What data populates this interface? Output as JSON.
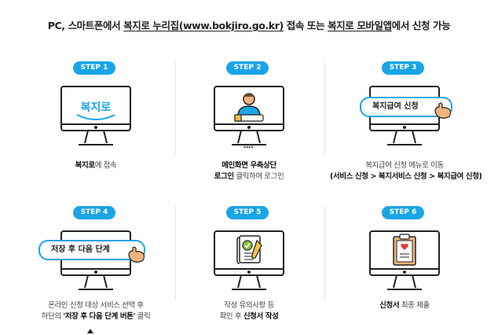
{
  "headline": {
    "part1": "PC, 스마트폰에서 ",
    "link1": "복지로 누리집(www.bokjiro.go.kr)",
    "part2": " 접속 또는 ",
    "link2": "복지로 모바일앱",
    "part3": "에서 신청 가능"
  },
  "colors": {
    "accent": "#1aa5e6",
    "text": "#222222",
    "hand": "#f1b57c"
  },
  "steps": [
    {
      "badge": "STEP 1",
      "screen_text": "복지로",
      "caption_bold": "복지로",
      "caption_rest": "에 접속"
    },
    {
      "badge": "STEP 2",
      "pin": "****",
      "caption_line1": "메인화면 우측상단",
      "caption_line2_bold": "로그인",
      "caption_line2_rest": " 클릭하여 로그인"
    },
    {
      "badge": "STEP 3",
      "pill": "복지급여 신청",
      "caption_line1": "복지급여 신청 메뉴로 이동",
      "caption_line2": "(서비스 신청 > 복지서비스 신청 > 복지급여 신청)"
    },
    {
      "badge": "STEP 4",
      "pill": "저장 후 다음 단계",
      "caption_line1": "온라인 신청 대상 서비스 선택 후",
      "caption_line2_a": "하단의 ",
      "caption_line2_bold": "'저장 후 다음 단계 버튼'",
      "caption_line2_c": " 클릭"
    },
    {
      "badge": "STEP 5",
      "caption_line1": "작성 유의사항 등",
      "caption_line2_a": "확인 후 ",
      "caption_line2_bold": "신청서 작성"
    },
    {
      "badge": "STEP 6",
      "caption_bold": "신청서",
      "caption_rest": " 최종 제출"
    }
  ]
}
